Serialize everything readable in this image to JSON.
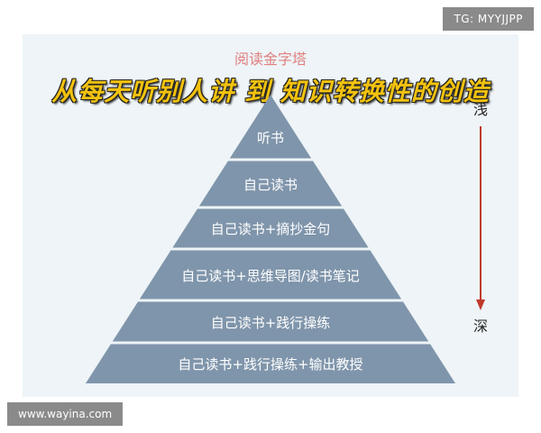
{
  "watermark_top": "TG: MYYJJPP",
  "watermark_bottom": "www.wayina.com",
  "subtitle": "阅读金字塔",
  "headline": "从每天听别人讲 到 知识转换性的创造",
  "pyramid": {
    "layers": [
      "听书",
      "自己读书",
      "自己读书+摘抄金句",
      "自己读书+思维导图/读书笔记",
      "自己读书+践行操练",
      "自己读书+践行操练+输出教授"
    ]
  },
  "scale": {
    "top_label": "浅",
    "bottom_label": "深"
  },
  "colors": {
    "layer_fill": "#7f95ab",
    "divider": "#ffffff",
    "arrow": "#c0392b",
    "subtitle": "#e08080",
    "headline": "#f2c20f"
  }
}
